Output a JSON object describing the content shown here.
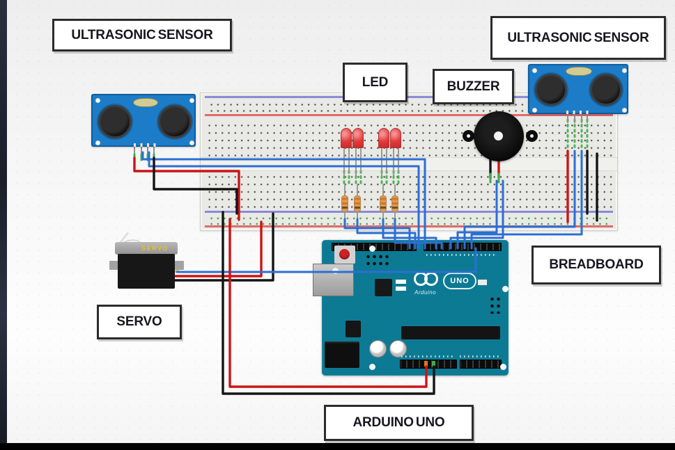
{
  "scene": {
    "labels": {
      "ultrasonic_left": "ULTRASONIC SENSOR",
      "ultrasonic_right": "ULTRASONIC SENSOR",
      "led": "LED",
      "buzzer": "BUZZER",
      "breadboard": "BREADBOARD",
      "servo": "SERVO",
      "arduino": "ARDUINO UNO"
    },
    "board_text": {
      "uno_logo": "UNO",
      "brand": "Arduino",
      "servo_brand": "SERVO"
    },
    "colors": {
      "wire_blue": "#2b6fd4",
      "wire_red": "#cc1414",
      "wire_black": "#141414",
      "wire_green": "#3fae47",
      "wire_yellow": "#e6c229",
      "arduino_body": "#0d7a94",
      "sensor_board": "#1d7cc7",
      "led_red": "#e23c3c",
      "breadboard_body": "#e9e9e6",
      "buzzer_black": "#0d0d0d",
      "servo_black": "#171717"
    }
  }
}
